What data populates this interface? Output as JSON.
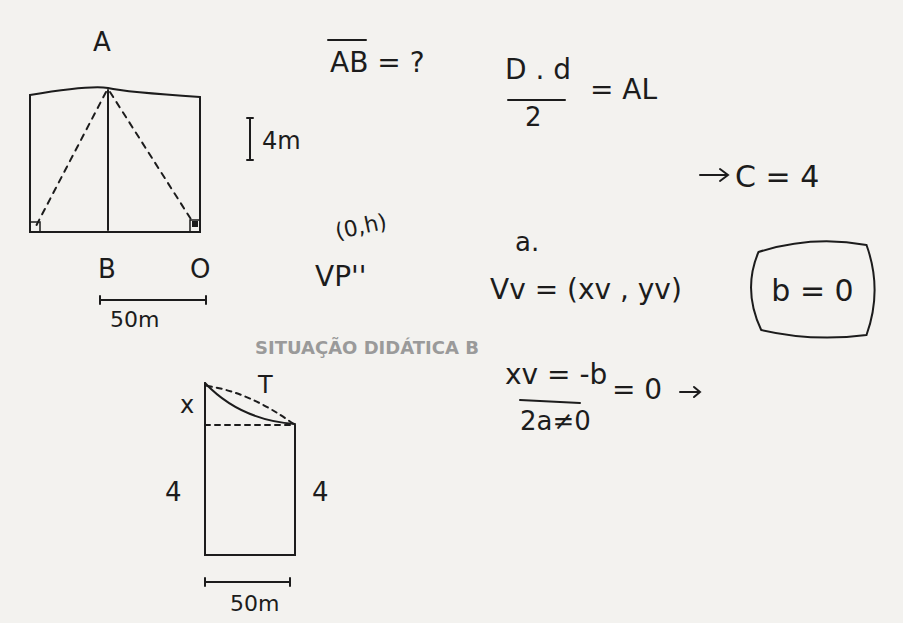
{
  "diagram": {
    "nodes": [
      {
        "text": [
          "b = 0"
        ]
      }
    ],
    "labels": [
      "A",
      "AB = ?",
      "D . d",
      "2",
      "= AL",
      "C = 4",
      "4m",
      "B",
      "O",
      "50m",
      "(0,h)",
      "VP''",
      "a.",
      "Vv = (xv , yv)",
      "xv = -b",
      "2a≠0",
      "= 0",
      "x",
      "T",
      "4",
      "4",
      "50m",
      "SITUAÇÃO DIDÁTICA B"
    ]
  }
}
